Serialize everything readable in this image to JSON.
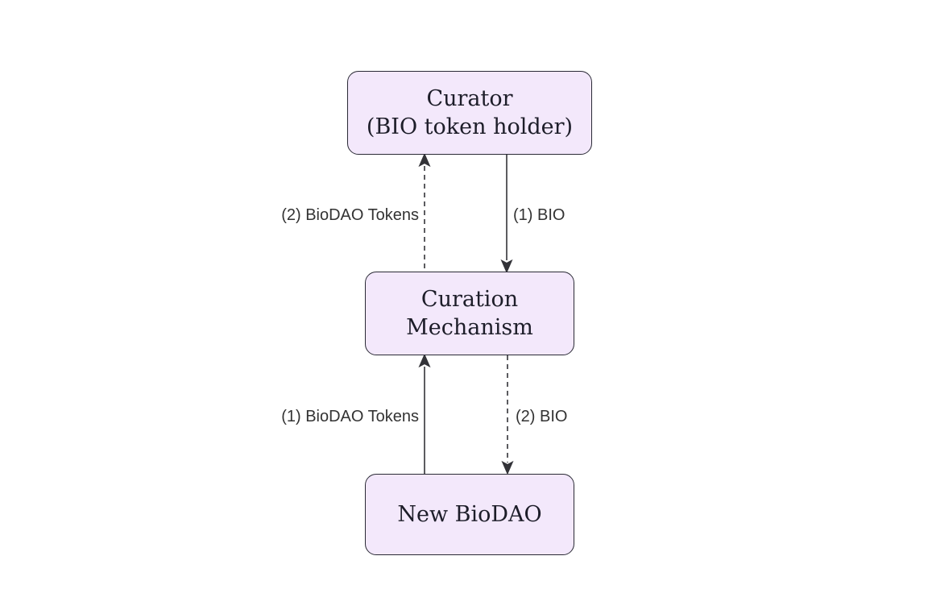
{
  "diagram": {
    "type": "flowchart",
    "background_color": "#ffffff",
    "node_fill_color": "#f3e8fb",
    "node_border_color": "#2a2a35",
    "node_text_color": "#1d1d29",
    "edge_line_color": "#333338",
    "edge_label_color": "#333333",
    "nodes": [
      {
        "id": "curator",
        "label": "Curator\n(BIO token holder)"
      },
      {
        "id": "curation-mechanism",
        "label": "Curation\nMechanism"
      },
      {
        "id": "new-biodao",
        "label": "New BioDAO"
      }
    ],
    "edges": [
      {
        "label": "(2) BioDAO Tokens",
        "style": "dashed",
        "from": "curation-mechanism",
        "to": "curator",
        "direction": "up"
      },
      {
        "label": "(1) BIO",
        "style": "solid",
        "from": "curator",
        "to": "curation-mechanism",
        "direction": "down"
      },
      {
        "label": "(1) BioDAO Tokens",
        "style": "solid",
        "from": "new-biodao",
        "to": "curation-mechanism",
        "direction": "up"
      },
      {
        "label": "(2) BIO",
        "style": "dashed",
        "from": "curation-mechanism",
        "to": "new-biodao",
        "direction": "down"
      }
    ]
  }
}
